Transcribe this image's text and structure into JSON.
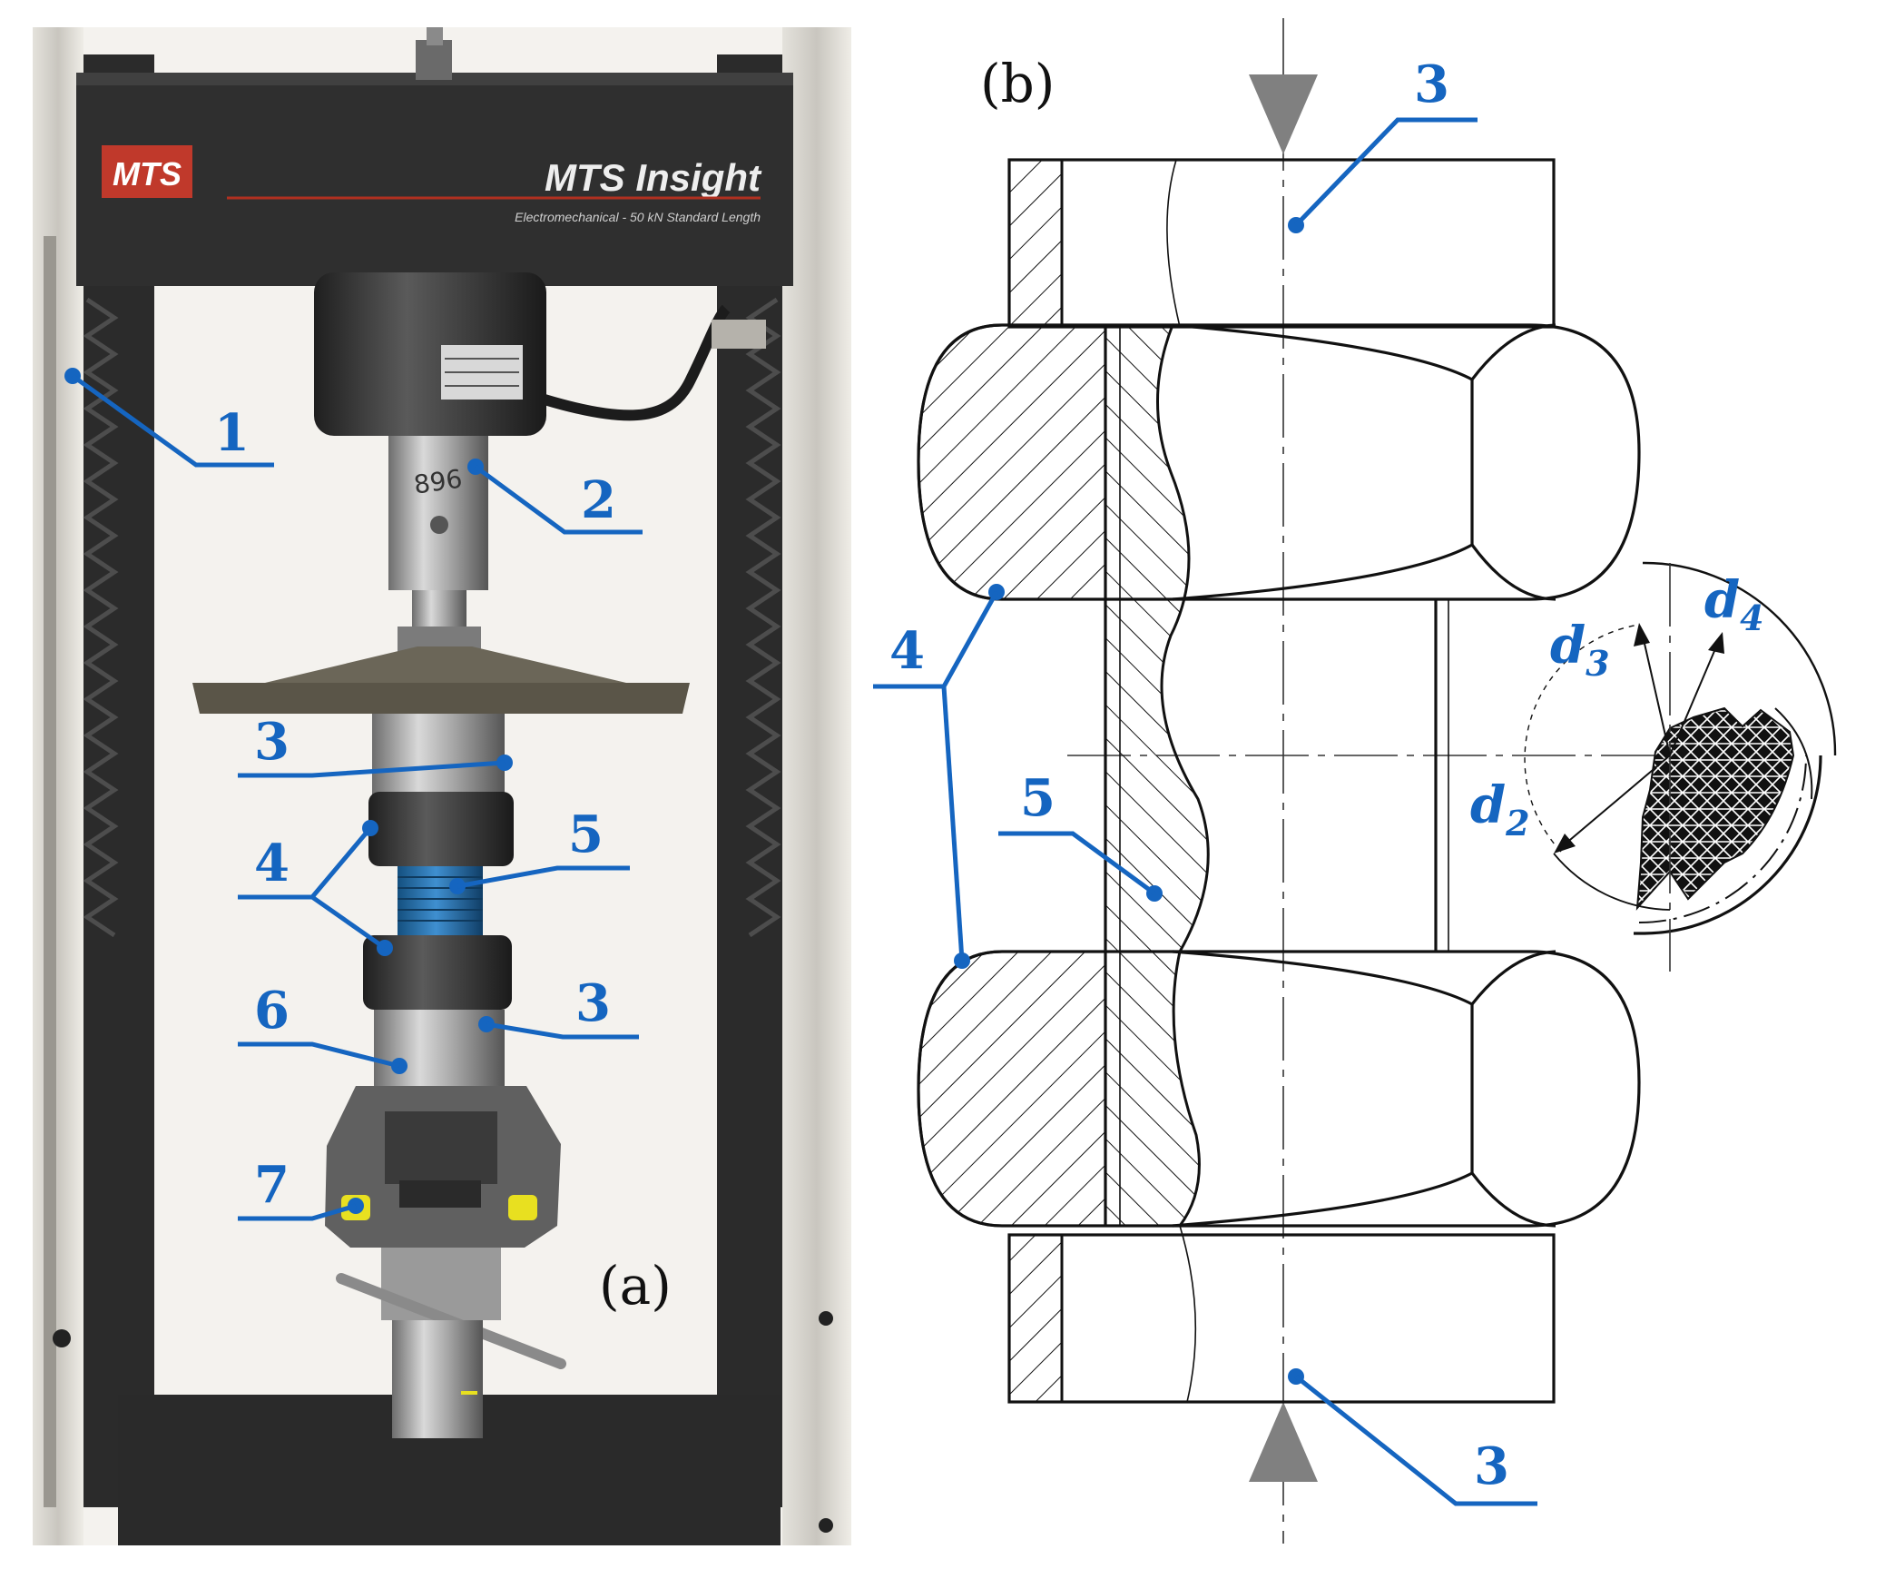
{
  "panels": {
    "a": {
      "label": "(a)"
    },
    "b": {
      "label": "(b)"
    }
  },
  "machine": {
    "brand_logo": "MTS",
    "model_name": "MTS Insight",
    "model_subtitle": "Electromechanical - 50 kN Standard Length",
    "specimen_mark": "896"
  },
  "callouts_a": [
    "1",
    "2",
    "3",
    "4",
    "5",
    "6",
    "3",
    "7"
  ],
  "callouts_b": [
    "3",
    "4",
    "5",
    "3"
  ],
  "diameters": [
    {
      "base": "d",
      "sub": "3"
    },
    {
      "base": "d",
      "sub": "4"
    },
    {
      "base": "d",
      "sub": "2"
    }
  ],
  "colors": {
    "callout_blue": "#1565c0",
    "frame_dark": "#2b2b2b",
    "specimen_blue": "#2a6fb0",
    "grip_yellow": "#e8e020",
    "arrow_gray": "#808080"
  }
}
